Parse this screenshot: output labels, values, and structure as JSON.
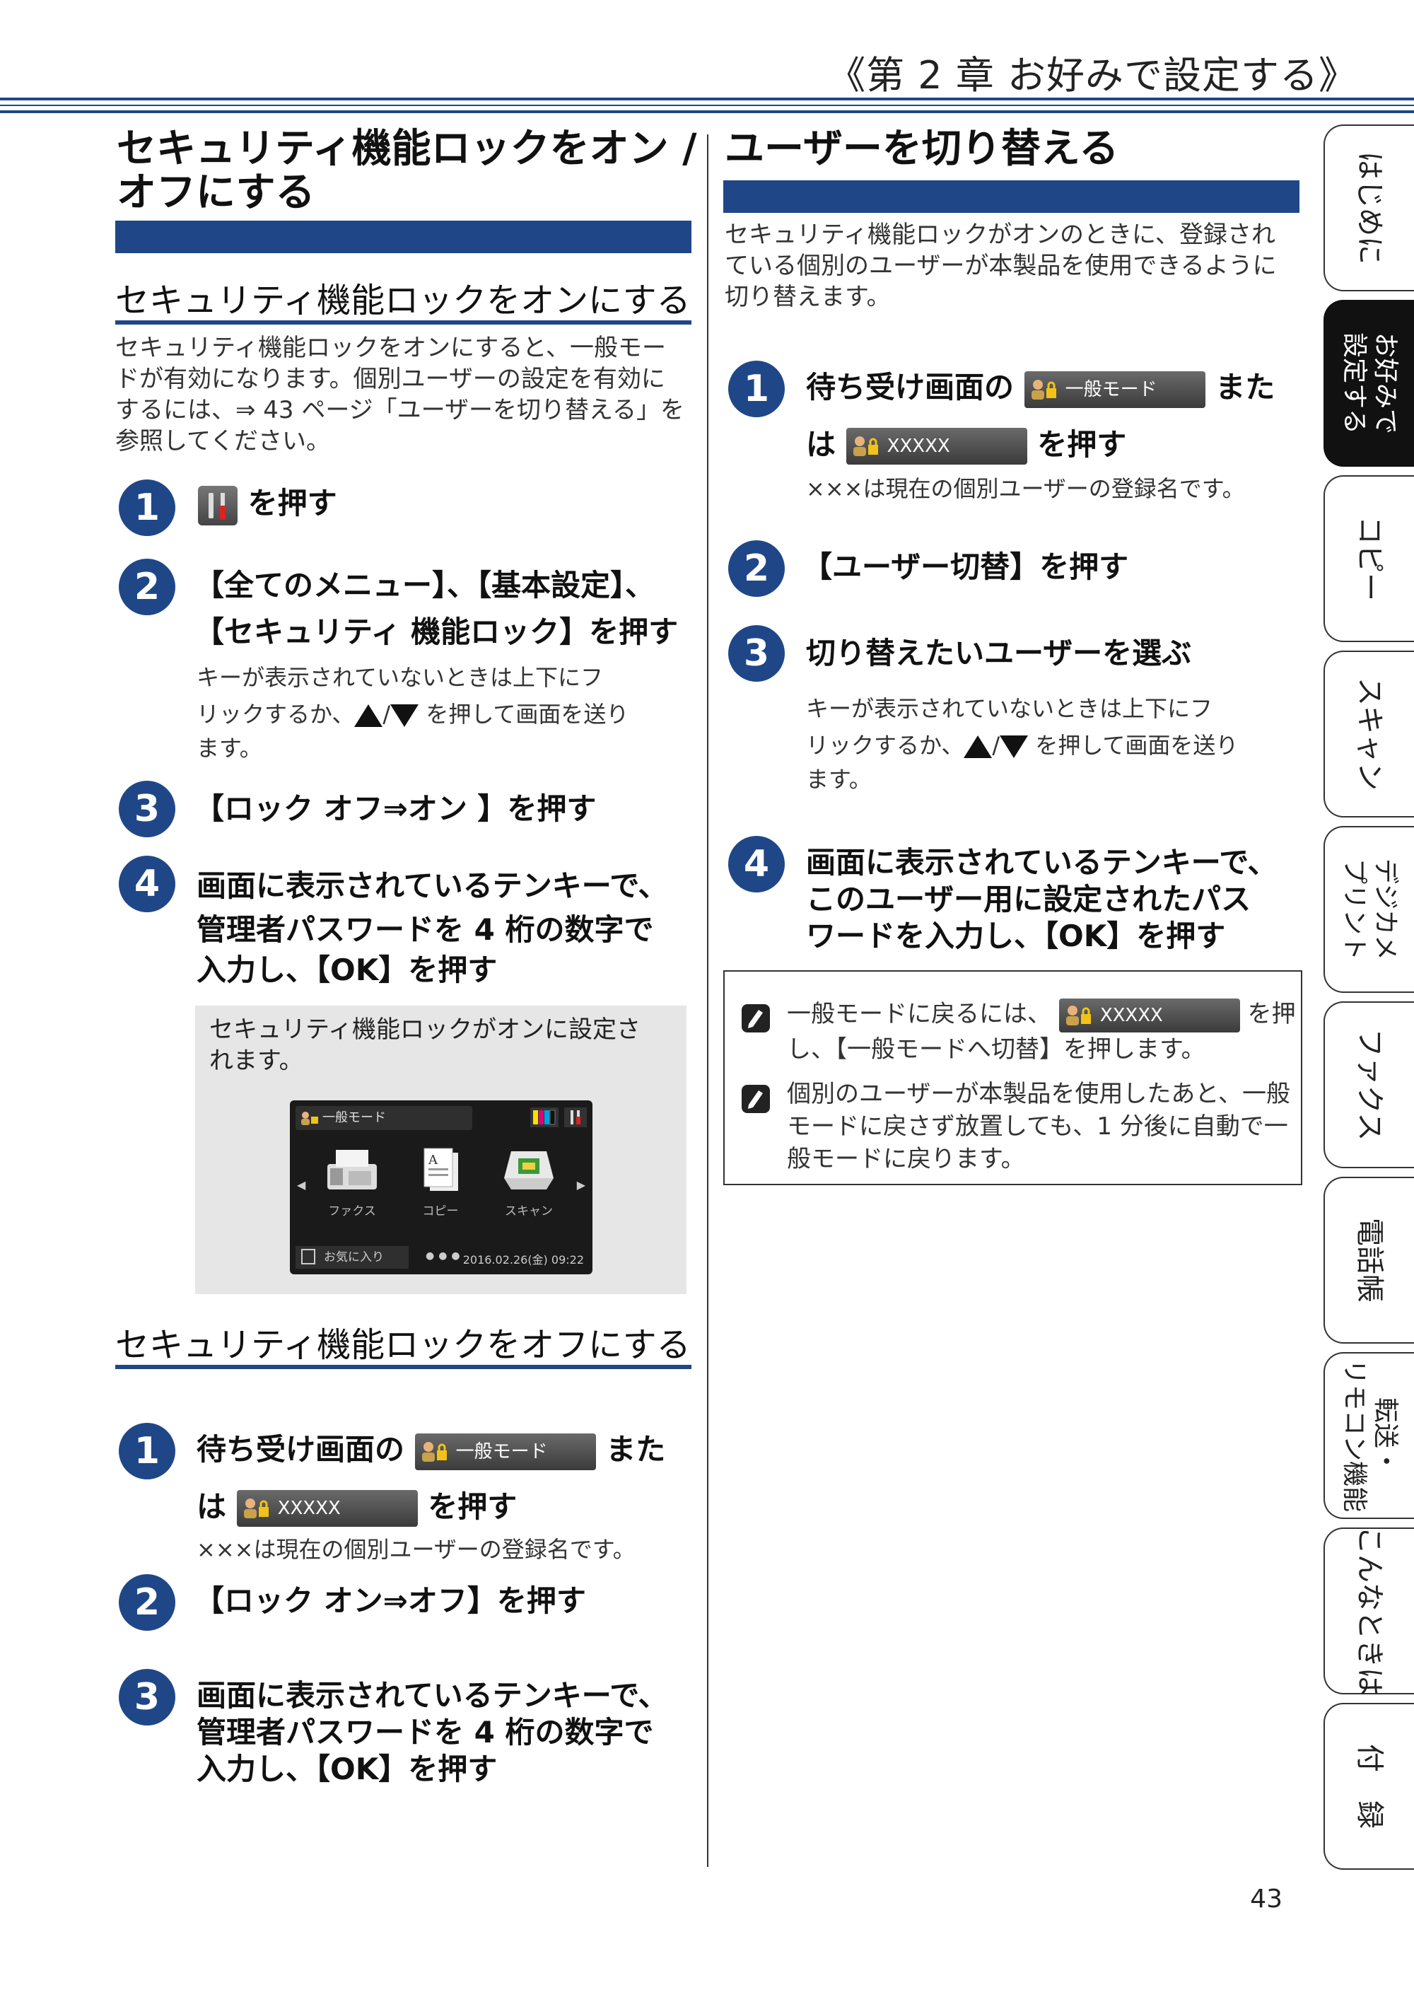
{
  "header": {
    "chapter": "《第 2 章 お好みで設定する》"
  },
  "left": {
    "title_line1": "セキュリティ機能ロックをオン /",
    "title_line2": "オフにする",
    "on": {
      "heading": "セキュリティ機能ロックをオンにする",
      "intro": [
        "セキュリティ機能ロックをオンにすると、一般モー",
        "ドが有効になります。個別ユーザーの設定を有効に",
        "するには、⇒ 43 ページ「ユーザーを切り替える」を",
        "参照してください。"
      ],
      "step1": "を押す",
      "step2_line1": "【全てのメニュー】、【基本設定】、",
      "step2_line2": "【セキュリティ 機能ロック】を押す",
      "step2_note_line1": "キーが表示されていないときは上下にフ",
      "step2_note_line2a": "リックするか、",
      "step2_note_slash": "/",
      "step2_note_line2b": " を押して画面を送り",
      "step2_note_line3": "ます。",
      "step3": "【ロック オフ⇒オン 】を押す",
      "step4": [
        "画面に表示されているテンキーで、",
        "管理者パスワードを 4 桁の数字で",
        "入力し、【OK】を押す"
      ],
      "result": [
        "セキュリティ機能ロックがオンに設定さ",
        "れます。"
      ],
      "screen": {
        "mode": "一般モード",
        "icons": [
          "ファクス",
          "コピー",
          "スキャン"
        ],
        "favorites": "お気に入り",
        "datetime": "2016.02.26(金) 09:22"
      }
    },
    "off": {
      "heading": "セキュリティ機能ロックをオフにする",
      "step1_pre": "待ち受け画面の",
      "step1_mid": "また",
      "step1_line2_pre": "は",
      "step1_line2_post": "を押す",
      "step1_note": "×××は現在の個別ユーザーの登録名です。",
      "step2": "【ロック オン⇒オフ】を押す",
      "step3": [
        "画面に表示されているテンキーで、",
        "管理者パスワードを 4 桁の数字で",
        "入力し、【OK】を押す"
      ]
    }
  },
  "right": {
    "title": "ユーザーを切り替える",
    "intro": [
      "セキュリティ機能ロックがオンのときに、登録され",
      "ている個別のユーザーが本製品を使用できるように",
      "切り替えます。"
    ],
    "step1_pre": "待ち受け画面の",
    "step1_mid": "また",
    "step1_line2_pre": "は",
    "step1_line2_post": "を押す",
    "step1_note": "×××は現在の個別ユーザーの登録名です。",
    "step2": "【ユーザー切替】を押す",
    "step3": "切り替えたいユーザーを選ぶ",
    "step3_note_line1": "キーが表示されていないときは上下にフ",
    "step3_note_line2a": "リックするか、",
    "step3_note_slash": "/",
    "step3_note_line2b": " を押して画面を送り",
    "step3_note_line3": "ます。",
    "step4": [
      "画面に表示されているテンキーで、",
      "このユーザー用に設定されたパス",
      "ワードを入力し、【OK】を押す"
    ],
    "memo1_pre": "一般モードに戻るには、",
    "memo1_post": "を押",
    "memo1_line2": "し、【一般モードへ切替】を押します。",
    "memo2": [
      "個別のユーザーが本製品を使用したあと、一般",
      "モードに戻さず放置しても、1 分後に自動で一",
      "般モードに戻ります。"
    ]
  },
  "chips": {
    "general_mode": "一般モード",
    "user": "XXXXX"
  },
  "numbers": [
    "1",
    "2",
    "3",
    "4"
  ],
  "tabs": [
    "はじめに",
    "お好みで|設定する",
    "コピー",
    "スキャン",
    "デジカメ|プリント",
    "ファクス",
    "電話帳",
    "転送・|リモコン機能",
    "こんなときは",
    "付　録"
  ],
  "page_number": "43",
  "colors": {
    "accent": "#1f4788",
    "chip": "#4a4a4a"
  }
}
